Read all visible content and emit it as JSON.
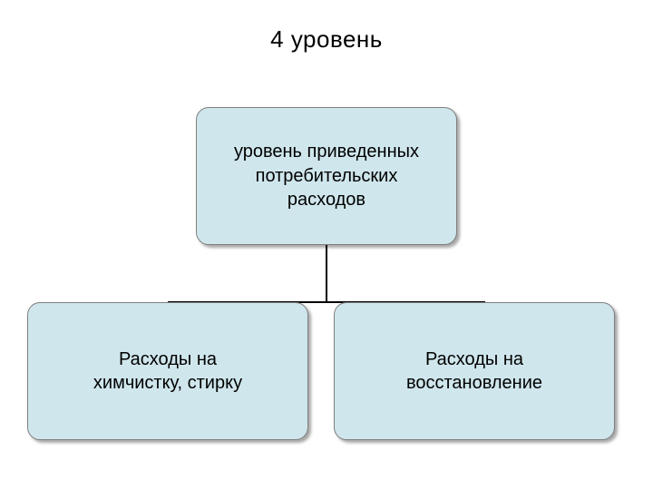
{
  "slide": {
    "title": "4 уровень",
    "background_color": "#ffffff",
    "node_fill_color": "#cfe6ec",
    "node_border_color": "#7f7f7f",
    "connector_color": "#000000"
  },
  "nodes": {
    "top": {
      "text": "уровень приведенных\nпотребительских\nрасходов"
    },
    "left": {
      "text": "Расходы на\nхимчистку, стирку"
    },
    "right": {
      "text": "Расходы на\nвосстановление"
    }
  }
}
